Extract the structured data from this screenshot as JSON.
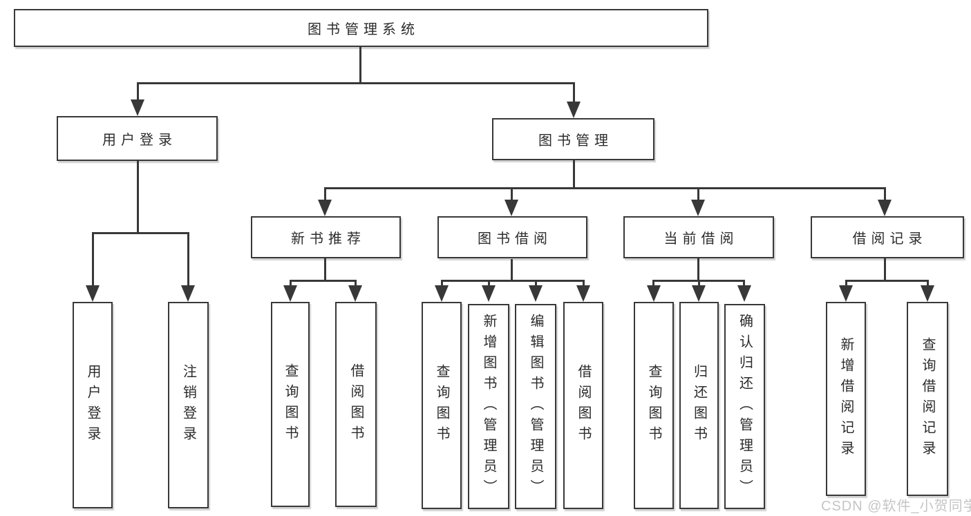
{
  "colors": {
    "line": "#383838",
    "text": "#2b2b2b",
    "background": "#ffffff",
    "watermark": "#c5c5c5"
  },
  "watermark": "CSDN @软件_小贺同学",
  "tree": {
    "root": "图书管理系统",
    "children": [
      {
        "label": "用户登录",
        "children": [
          "用户登录",
          "注销登录"
        ]
      },
      {
        "label": "图书管理",
        "children": [
          {
            "label": "新书推荐",
            "children": [
              "查询图书",
              "借阅图书"
            ]
          },
          {
            "label": "图书借阅",
            "children": [
              "查询图书",
              "新增图书（管理员）",
              "编辑图书（管理员）",
              "借阅图书"
            ]
          },
          {
            "label": "当前借阅",
            "children": [
              "查询图书",
              "归还图书",
              "确认归还（管理员）"
            ]
          },
          {
            "label": "借阅记录",
            "children": [
              "新增借阅记录",
              "查询借阅记录"
            ]
          }
        ]
      }
    ]
  }
}
